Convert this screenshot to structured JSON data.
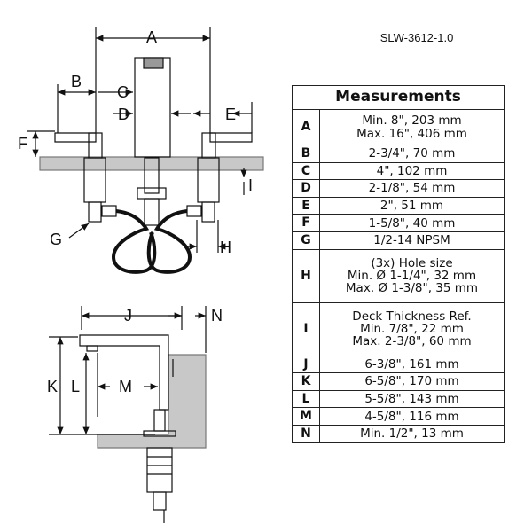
{
  "model_number": "SLW-3612-1.0",
  "table": {
    "title": "Measurements",
    "rows": [
      {
        "key": "A",
        "lines": [
          "Min. 8\", 203 mm",
          "Max. 16\", 406 mm"
        ]
      },
      {
        "key": "B",
        "lines": [
          "2-3/4\", 70 mm"
        ]
      },
      {
        "key": "C",
        "lines": [
          "4\", 102 mm"
        ]
      },
      {
        "key": "D",
        "lines": [
          "2-1/8\", 54 mm"
        ]
      },
      {
        "key": "E",
        "lines": [
          "2\", 51 mm"
        ]
      },
      {
        "key": "F",
        "lines": [
          "1-5/8\", 40 mm"
        ]
      },
      {
        "key": "G",
        "lines": [
          "1/2-14 NPSM"
        ]
      },
      {
        "key": "H",
        "lines": [
          "(3x) Hole size",
          "Min. Ø 1-1/4\", 32 mm",
          "Max. Ø 1-3/8\", 35 mm"
        ]
      },
      {
        "key": "I",
        "lines": [
          "Deck Thickness Ref.",
          "Min. 7/8\", 22 mm",
          "Max. 2-3/8\", 60 mm"
        ]
      },
      {
        "key": "J",
        "lines": [
          "6-3/8\", 161 mm"
        ]
      },
      {
        "key": "K",
        "lines": [
          "6-5/8\", 170 mm"
        ]
      },
      {
        "key": "L",
        "lines": [
          "5-5/8\", 143 mm"
        ]
      },
      {
        "key": "M",
        "lines": [
          "4-5/8\", 116 mm"
        ]
      },
      {
        "key": "N",
        "lines": [
          "Min. 1/2\", 13 mm"
        ]
      }
    ]
  },
  "dimension_labels": {
    "A": "A",
    "B": "B",
    "C": "C",
    "D": "D",
    "E": "E",
    "F": "F",
    "G": "G",
    "H": "H",
    "I": "I",
    "J": "J",
    "K": "K",
    "L": "L",
    "M": "M",
    "N": "N"
  },
  "colors": {
    "deck": "#c8c8c8",
    "line": "#111111"
  }
}
